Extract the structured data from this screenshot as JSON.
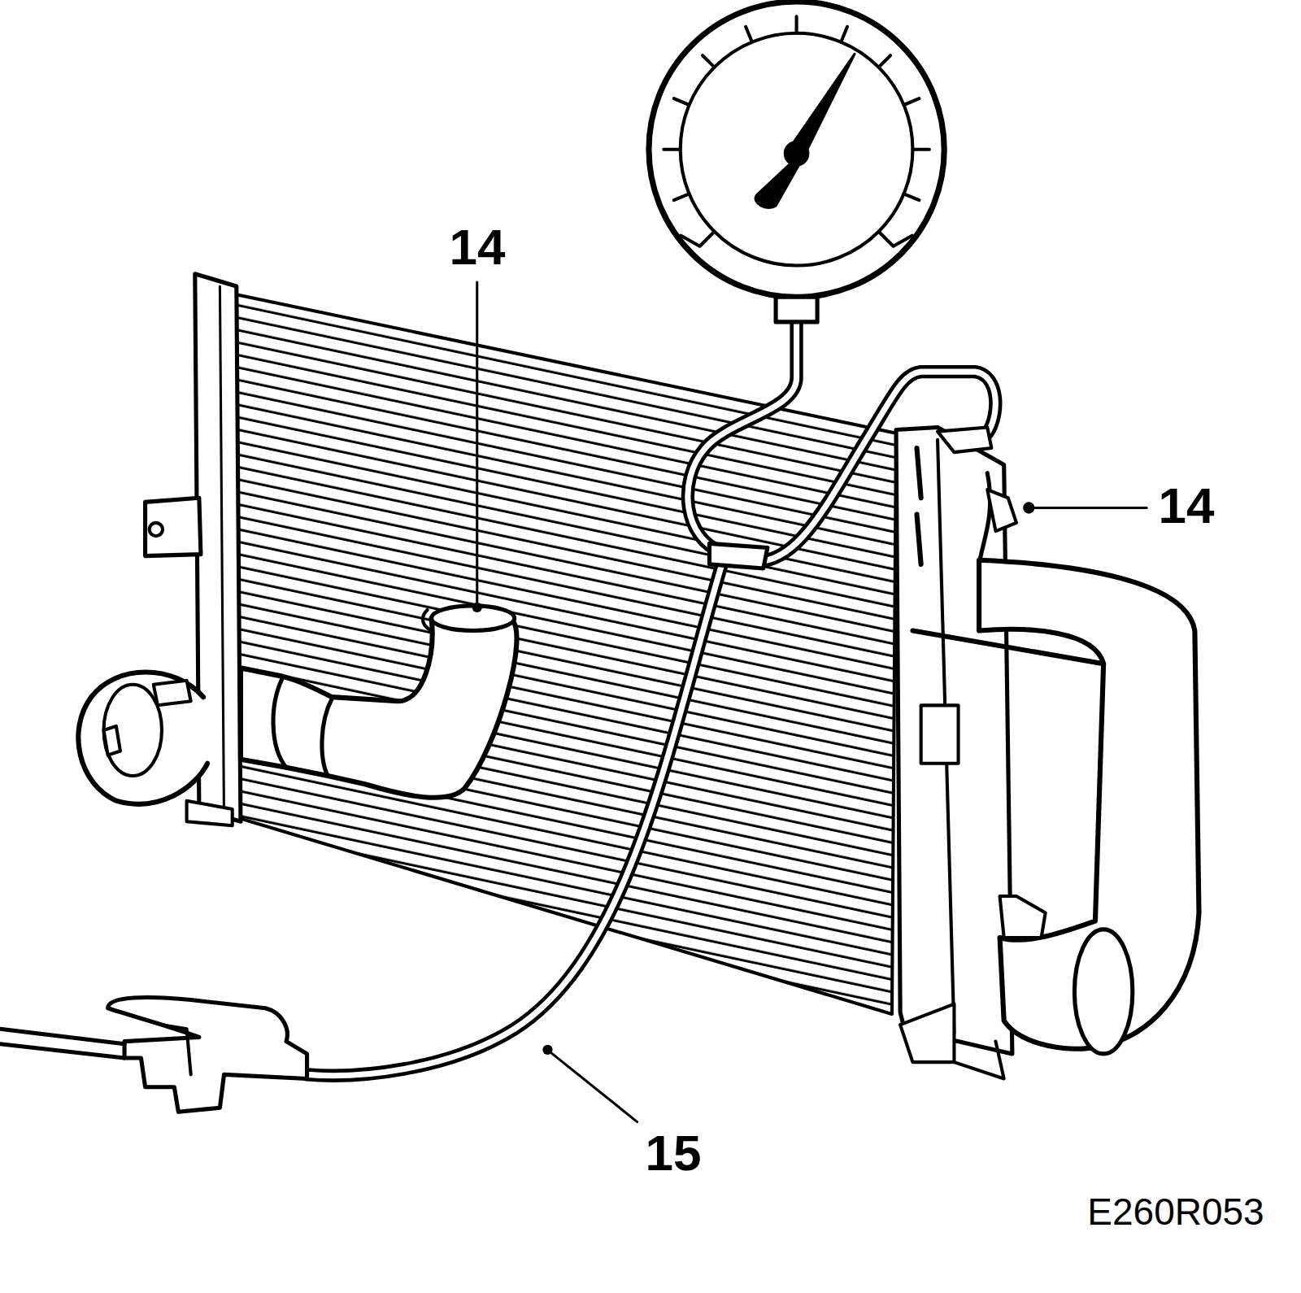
{
  "diagram": {
    "labels": [
      "14",
      "14",
      "15",
      "E260R053"
    ]
  }
}
